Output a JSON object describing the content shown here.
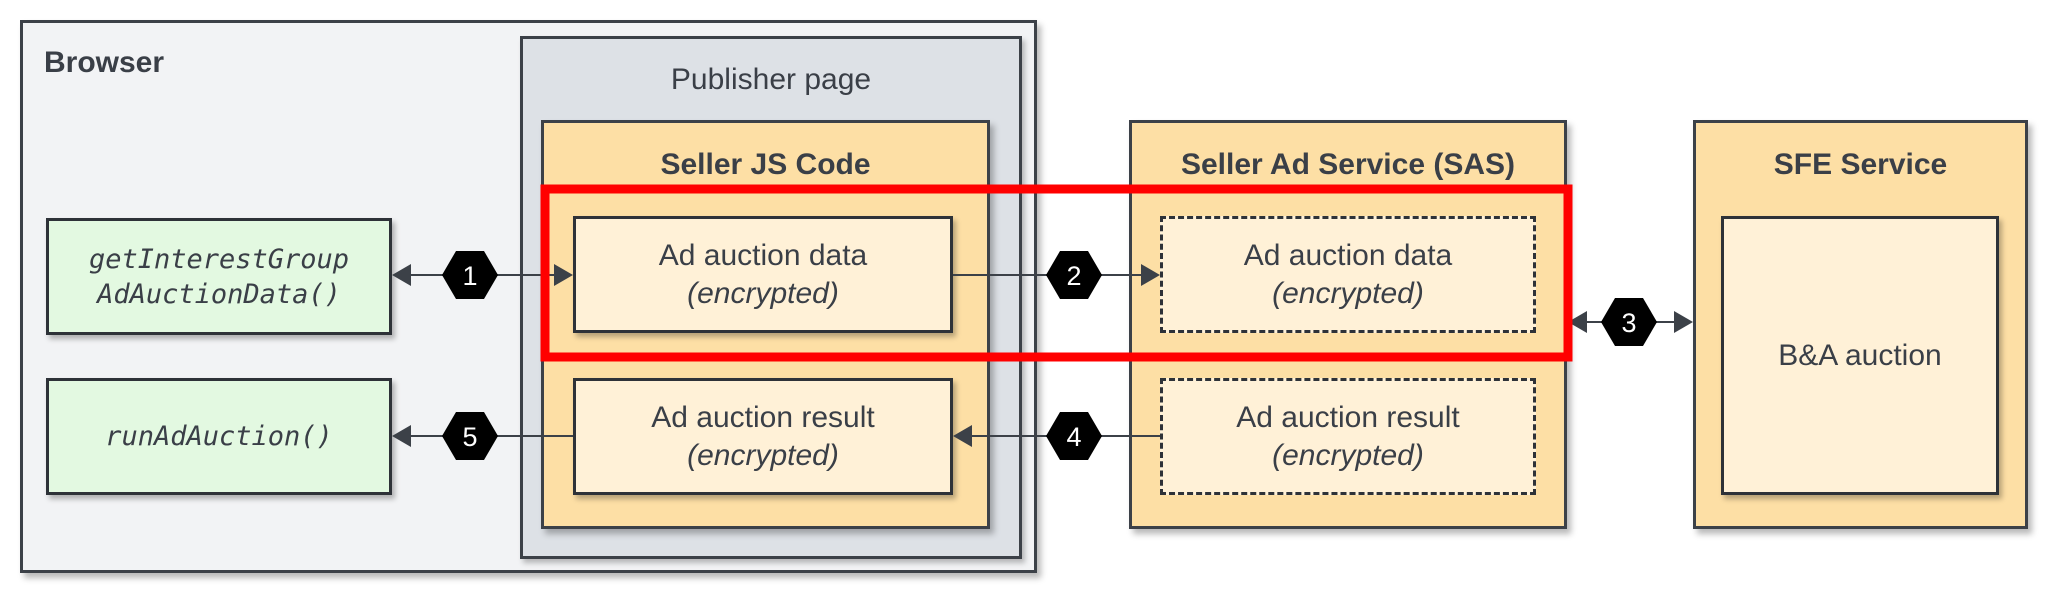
{
  "browser": {
    "title": "Browser"
  },
  "publisher": {
    "title": "Publisher page"
  },
  "seller_js": {
    "title": "Seller JS Code",
    "data_box": {
      "line1": "Ad auction data",
      "line2": "(encrypted)"
    },
    "result_box": {
      "line1": "Ad auction result",
      "line2": "(encrypted)"
    }
  },
  "api_calls": {
    "get_data_line1": "getInterestGroup",
    "get_data_line2": "AdAuctionData()",
    "run_auction": "runAdAuction()"
  },
  "sas": {
    "title": "Seller Ad Service (SAS)",
    "data_box": {
      "line1": "Ad auction data",
      "line2": "(encrypted)"
    },
    "result_box": {
      "line1": "Ad auction result",
      "line2": "(encrypted)"
    }
  },
  "sfe": {
    "title": "SFE Service",
    "auction_box": "B&A auction"
  },
  "steps": [
    "1",
    "2",
    "3",
    "4",
    "5"
  ],
  "colors": {
    "highlight": "#ff0000",
    "browser_bg": "#f2f3f5",
    "publisher_bg": "#dde1e6",
    "service_bg": "#fddfa5",
    "inner_box_bg": "#fff1d7",
    "api_box_bg": "#e3f9e1",
    "badge": "#000000"
  }
}
